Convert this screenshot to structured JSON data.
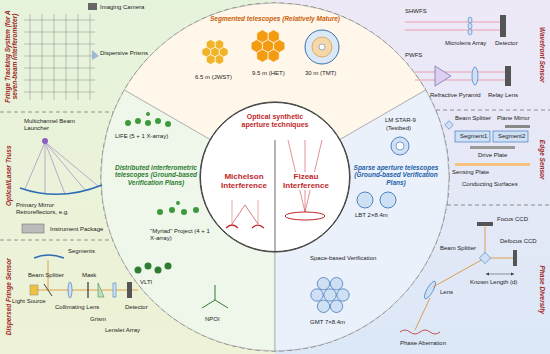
{
  "diagram": {
    "nodes": [
      {
        "text": [
          "Optical synthetic aperture techniques"
        ]
      },
      {
        "text": [
          "Michelson Interference"
        ],
        "in": 0
      },
      {
        "text": [
          "Fizeau Interference"
        ],
        "in": 0
      },
      {
        "text": [
          "Segmented telescopes (Relatively Mature)"
        ]
      },
      {
        "text": [
          "Distributed interferometric telescopes (Ground-based Verification Plans)"
        ]
      },
      {
        "text": [
          "Sparse aperture telescopes (Ground-based Verification Plans)"
        ]
      },
      {
        "text": [
          "Fringe Tracking System (for A seven-beam Interferometer)"
        ]
      },
      {
        "text": [
          "Optical/Laser Truss"
        ]
      },
      {
        "text": [
          "Dispersed Fringe Sensor"
        ]
      },
      {
        "text": [
          "Wavefront Sensor"
        ]
      },
      {
        "text": [
          "Edge Sensor"
        ]
      },
      {
        "text": [
          "Phase Diversity"
        ]
      }
    ],
    "labels": [
      "Imaging Camera",
      "Dispersive Prisms",
      "Multichannel Beam Launcher",
      "Primary Mirror Retroreflectors, e.g.",
      "Instrument Package",
      "Segments",
      "Beam Splitter",
      "Light Source",
      "Collimating Lens",
      "Mask",
      "Grism",
      "Lenslet Array",
      "Detector",
      "SHWFS",
      "Microlens Array",
      "Detector",
      "PWFS",
      "Refractive Pyramid",
      "Relay Lens",
      "Beam Splitter",
      "Plane Mirror",
      "Segment1",
      "Segment2",
      "Drive Plate",
      "Sensing Plate",
      "Conducting Surfaces",
      "Focus CCD",
      "Beam Splitter",
      "Defocus CCD",
      "Lens",
      "Known Length (d)",
      "Phase Aberration",
      "6.5 m (JWST)",
      "9.5 m (HET)",
      "30 m (TMT)",
      "LIFE (5 + 1 X-array)",
      "\"Myriad\" Project (4 + 1 X-array)",
      "VLTI",
      "NPOI",
      "LM STAR-9",
      "(Testbed)",
      "LBT 2×8.4m",
      "Space-based Verification",
      "GMT 7×8.4m"
    ]
  }
}
